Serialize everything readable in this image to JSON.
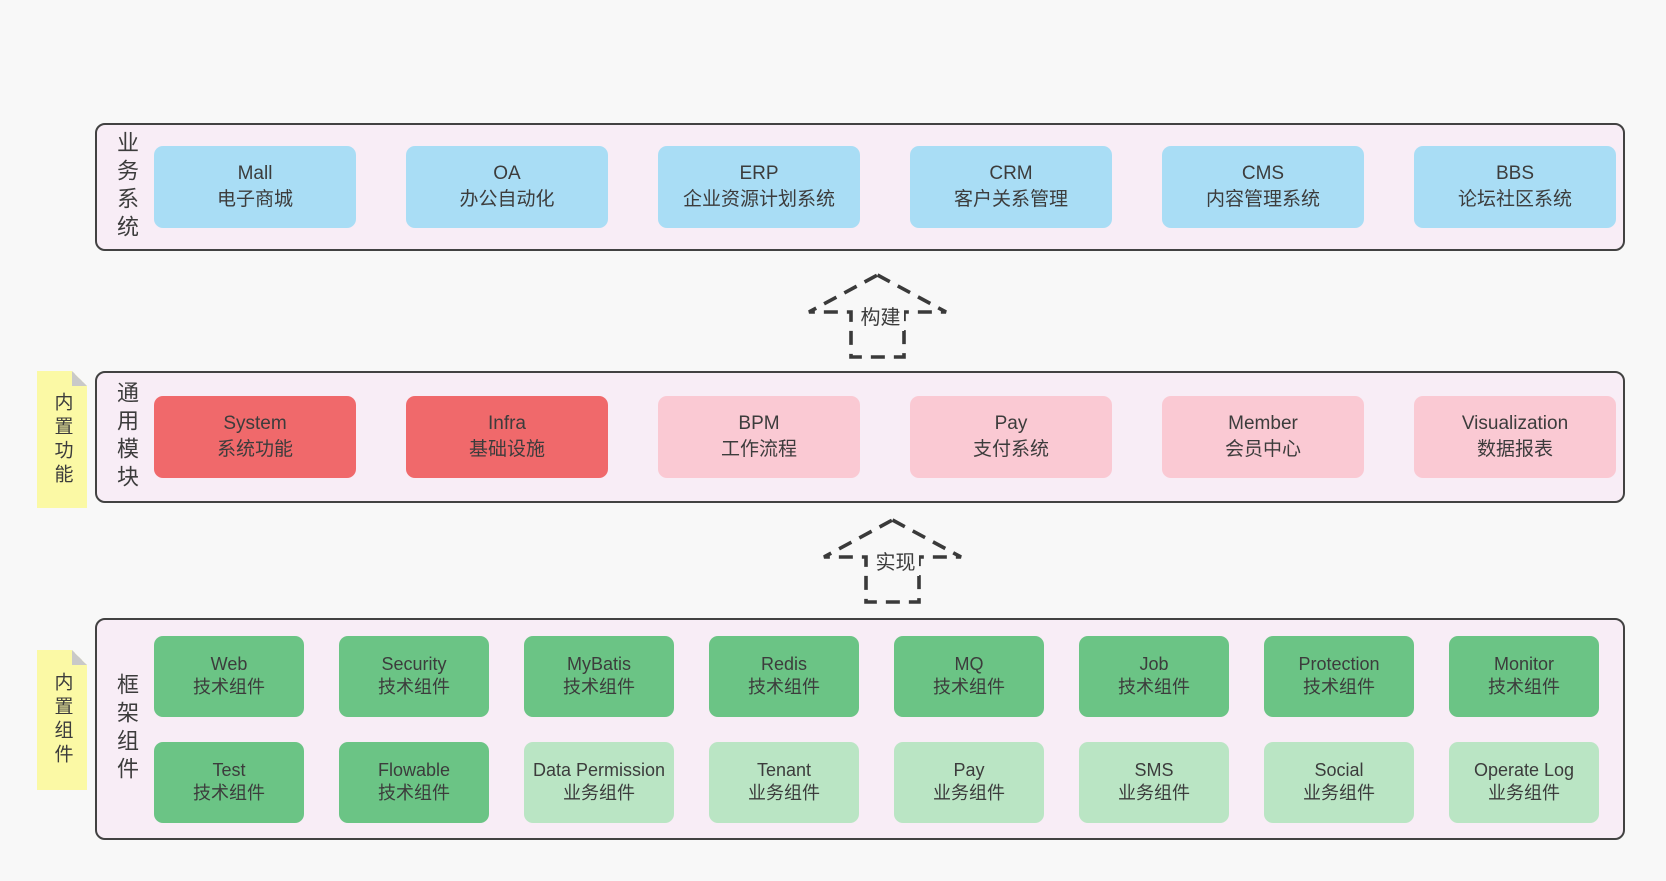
{
  "colors": {
    "page_bg": "#f8f8f8",
    "panel_bg": "#f8edf6",
    "panel_border": "#424242",
    "blue": "#a9ddf5",
    "red": "#f0696b",
    "pink": "#fac9d3",
    "green": "#6bc485",
    "light_green": "#bae5c4",
    "note_bg": "#fbf9a5",
    "note_fold": "#c9c9c9",
    "arrow_stroke": "#3a3a3a",
    "text": "#3c3c3c"
  },
  "arrows": [
    {
      "label": "构建"
    },
    {
      "label": "实现"
    }
  ],
  "layers": [
    {
      "label": "业务系统",
      "boxes": [
        {
          "title": "Mall",
          "subtitle": "电子商城",
          "variant": "blue"
        },
        {
          "title": "OA",
          "subtitle": "办公自动化",
          "variant": "blue"
        },
        {
          "title": "ERP",
          "subtitle": "企业资源计划系统",
          "variant": "blue"
        },
        {
          "title": "CRM",
          "subtitle": "客户关系管理",
          "variant": "blue"
        },
        {
          "title": "CMS",
          "subtitle": "内容管理系统",
          "variant": "blue"
        },
        {
          "title": "BBS",
          "subtitle": "论坛社区系统",
          "variant": "blue"
        }
      ]
    },
    {
      "label": "通用模块",
      "note": "内置功能",
      "boxes": [
        {
          "title": "System",
          "subtitle": "系统功能",
          "variant": "red"
        },
        {
          "title": "Infra",
          "subtitle": "基础设施",
          "variant": "red"
        },
        {
          "title": "BPM",
          "subtitle": "工作流程",
          "variant": "pink"
        },
        {
          "title": "Pay",
          "subtitle": "支付系统",
          "variant": "pink"
        },
        {
          "title": "Member",
          "subtitle": "会员中心",
          "variant": "pink"
        },
        {
          "title": "Visualization",
          "subtitle": "数据报表",
          "variant": "pink"
        }
      ]
    },
    {
      "label": "框架组件",
      "note": "内置组件",
      "rows": [
        [
          {
            "title": "Web",
            "subtitle": "技术组件",
            "variant": "green"
          },
          {
            "title": "Security",
            "subtitle": "技术组件",
            "variant": "green"
          },
          {
            "title": "MyBatis",
            "subtitle": "技术组件",
            "variant": "green"
          },
          {
            "title": "Redis",
            "subtitle": "技术组件",
            "variant": "green"
          },
          {
            "title": "MQ",
            "subtitle": "技术组件",
            "variant": "green"
          },
          {
            "title": "Job",
            "subtitle": "技术组件",
            "variant": "green"
          },
          {
            "title": "Protection",
            "subtitle": "技术组件",
            "variant": "green"
          },
          {
            "title": "Monitor",
            "subtitle": "技术组件",
            "variant": "green"
          }
        ],
        [
          {
            "title": "Test",
            "subtitle": "技术组件",
            "variant": "green"
          },
          {
            "title": "Flowable",
            "subtitle": "技术组件",
            "variant": "green"
          },
          {
            "title": "Data Permission",
            "subtitle": "业务组件",
            "variant": "light_green"
          },
          {
            "title": "Tenant",
            "subtitle": "业务组件",
            "variant": "light_green"
          },
          {
            "title": "Pay",
            "subtitle": "业务组件",
            "variant": "light_green"
          },
          {
            "title": "SMS",
            "subtitle": "业务组件",
            "variant": "light_green"
          },
          {
            "title": "Social",
            "subtitle": "业务组件",
            "variant": "light_green"
          },
          {
            "title": "Operate Log",
            "subtitle": "业务组件",
            "variant": "light_green"
          }
        ]
      ]
    }
  ]
}
